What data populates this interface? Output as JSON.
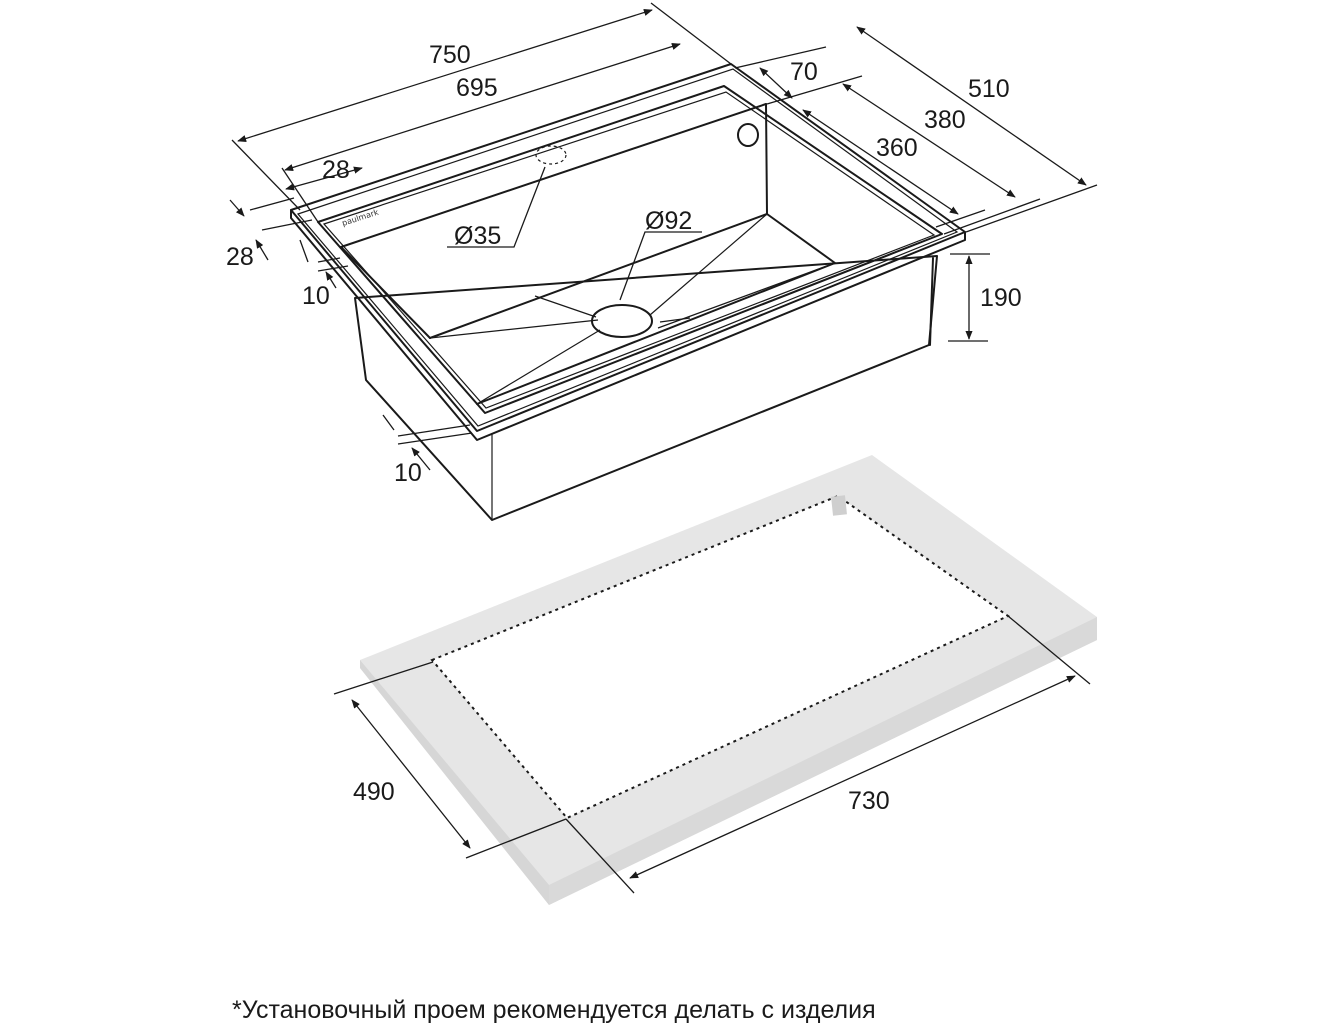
{
  "brand": "paulmark",
  "sink_dimensions": {
    "width_overall": "750",
    "width_inner": "695",
    "depth_overall": "510",
    "depth_380": "380",
    "depth_inner": "360",
    "rear_ledge": "70",
    "front_rim": "28",
    "side_rim": "28",
    "rim_10_upper": "10",
    "rim_10_lower": "10",
    "bowl_depth": "190",
    "tap_hole": "Ø35",
    "drain": "Ø92"
  },
  "cutout": {
    "width": "730",
    "depth": "490"
  },
  "footnote": "*Установочный проем рекомендуется делать с изделия"
}
